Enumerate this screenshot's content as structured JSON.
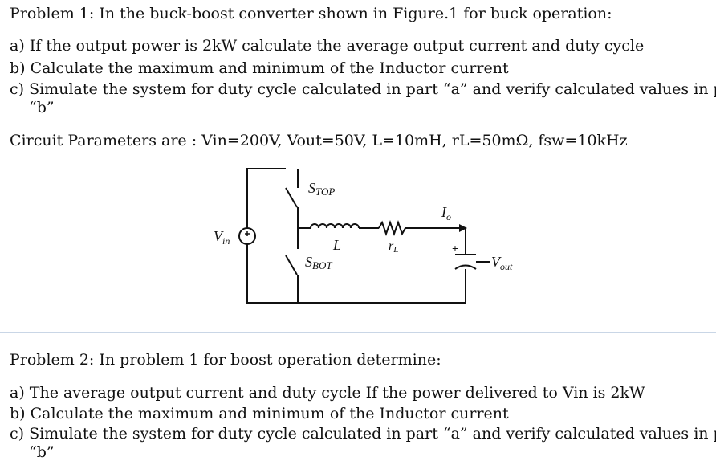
{
  "problem1": {
    "heading": "Problem 1: In the buck-boost converter shown in Figure.1 for buck operation:",
    "items": [
      "a) If the output power is 2kW calculate the average output current and duty cycle",
      "b) Calculate the maximum and minimum of the Inductor current",
      "c) Simulate the system for duty cycle calculated in part “a” and verify calculated values in part",
      "“b”"
    ],
    "params": "Circuit Parameters are : Vin=200V, Vout=50V, L=10mH, rL=50mΩ, fsw=10kHz"
  },
  "circuit": {
    "vin": "V",
    "vin_sub": "in",
    "stop": "S",
    "stop_sub": "TOP",
    "sbot": "S",
    "sbot_sub": "BOT",
    "inductor": "L",
    "resistor": "r",
    "resistor_sub": "L",
    "io": "I",
    "io_sub": "o",
    "vout": "V",
    "vout_sub": "out",
    "cap_plus": "+"
  },
  "problem2": {
    "heading": "Problem 2: In problem 1 for boost operation determine:",
    "items": [
      "a) The average output current and duty cycle If the power delivered to Vin is 2kW",
      "b) Calculate the maximum and minimum of the Inductor current",
      "c) Simulate the system for duty cycle calculated in part “a” and verify calculated values in part",
      "“b”"
    ]
  }
}
